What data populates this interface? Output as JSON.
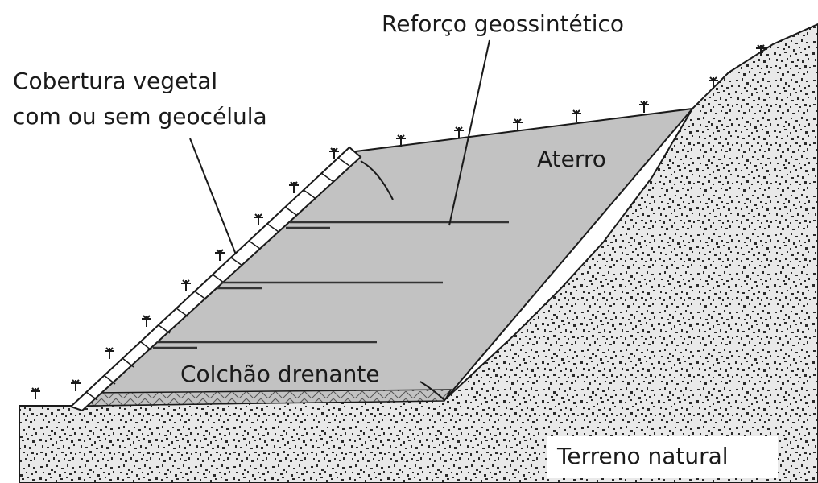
{
  "labels": {
    "reinforcement": "Reforço geossintético",
    "vegetation_line1": "Cobertura vegetal",
    "vegetation_line2": "com ou sem geocélula",
    "fill": "Aterro",
    "drainage": "Colchão drenante",
    "natural_ground": "Terreno natural"
  },
  "colors": {
    "fill_zone": "#c2c2c2",
    "soil_base": "#e9e9e9",
    "soil_speckle": "#2a2a2a",
    "line": "#1a1a1a"
  }
}
